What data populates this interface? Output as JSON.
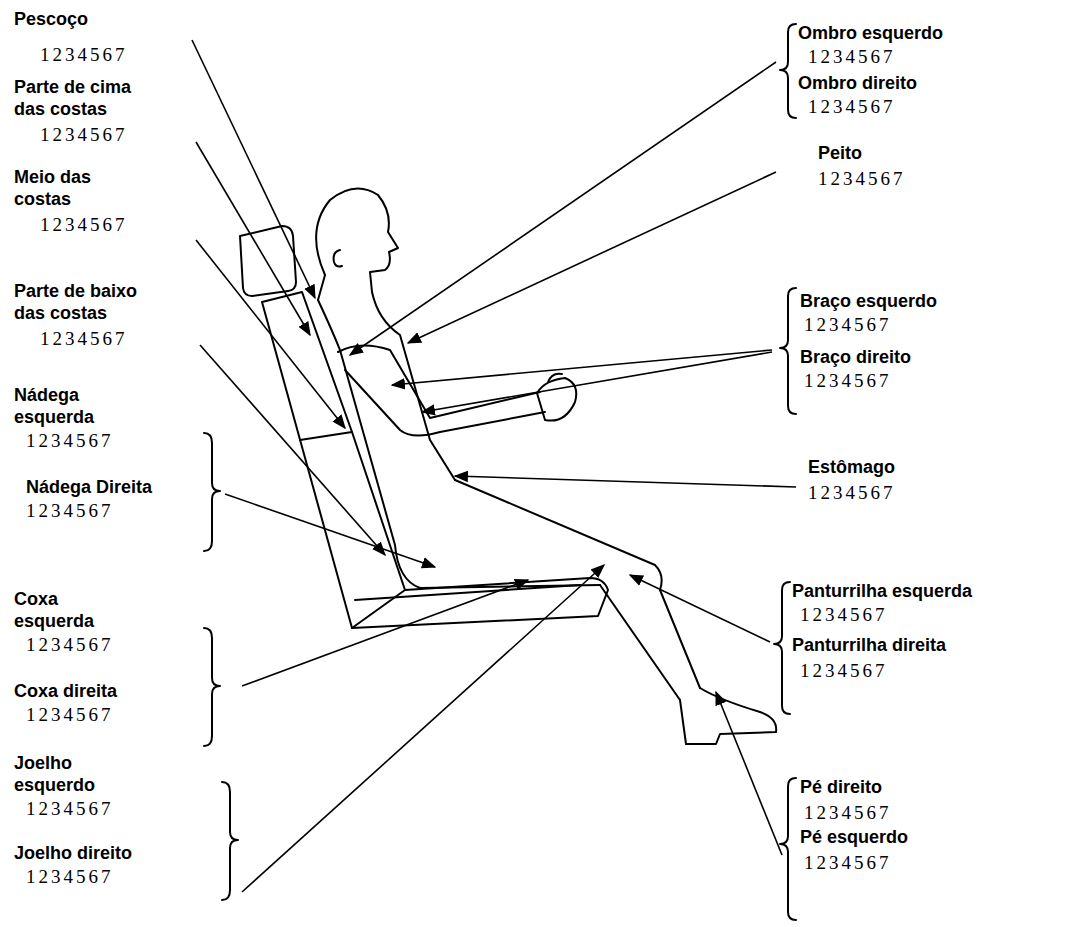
{
  "diagram": {
    "labels": [
      "Pescoço",
      "1234567",
      "Parte de cima das costas",
      "1234567",
      "Meio das costas",
      "1234567",
      "Parte de baixo das costas",
      "1234567",
      "Nádega esquerda",
      "1234567",
      "Nádega Direita",
      "1234567",
      "Coxa esquerda",
      "1234567",
      "Coxa direita",
      "1234567",
      "Joelho esquerdo",
      "1234567",
      "Joelho direito",
      "1234567",
      "Ombro esquerdo",
      "1234567",
      "Ombro direito",
      "1234567",
      "Peito",
      "1234567",
      "Braço esquerdo",
      "1234567",
      "Braço direito",
      "1234567",
      "Estômago",
      "1234567",
      "Panturrilha esquerda",
      "1234567",
      "Panturrilha direita",
      "1234567",
      "Pé direito",
      "1234567",
      "Pé esquerdo",
      "1234567"
    ]
  }
}
